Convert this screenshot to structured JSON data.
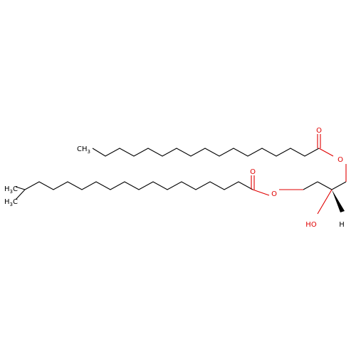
{
  "molecule": {
    "atom_labels": {
      "carbonyl_o_top": "O",
      "ester_o_top": "O",
      "carbonyl_o_bottom": "O",
      "ester_o_bottom": "O",
      "hydroxyl": "HO",
      "stereo_h": "H",
      "methyl_top_chain": "CH",
      "methyl_top_chain_sub": "3",
      "methyl_iso_upper": "H",
      "methyl_iso_upper_c": "C",
      "methyl_iso_upper_sub": "3",
      "methyl_iso_lower": "H",
      "methyl_iso_lower_c": "C",
      "methyl_iso_lower_sub": "3"
    },
    "colors": {
      "bond": "#000000",
      "oxygen": "#e00000"
    }
  }
}
